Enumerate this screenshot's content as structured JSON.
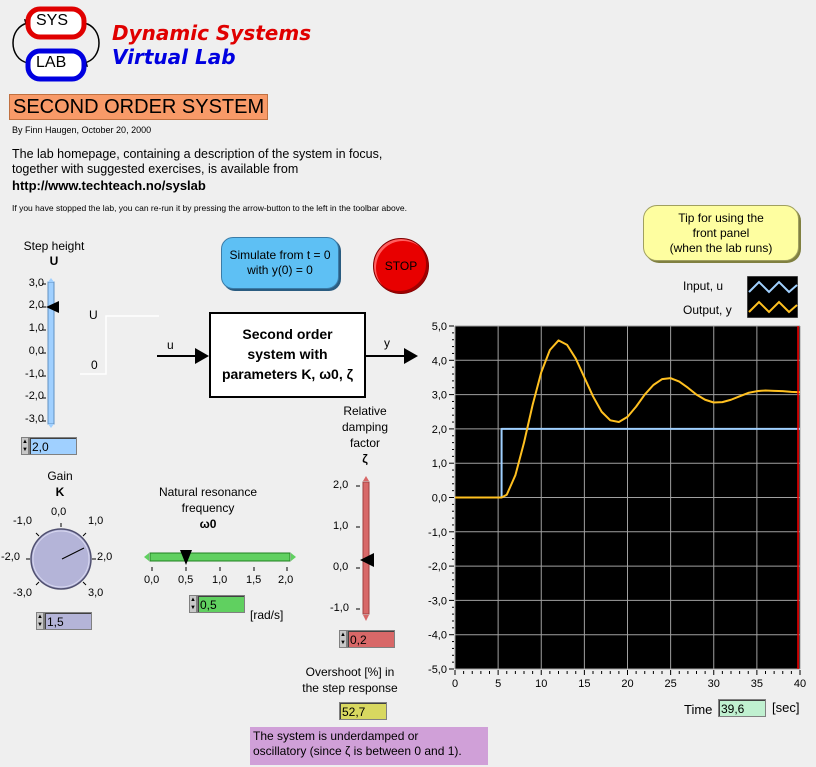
{
  "logo": {
    "top_label": "SYS",
    "bottom_label": "LAB",
    "title_line1": "Dynamic Systems",
    "title_line2": "Virtual Lab"
  },
  "header": {
    "title": "SECOND ORDER SYSTEM",
    "byline": "By Finn Haugen, October 20, 2000",
    "description_line1": "The lab homepage, containing a description of the system in focus,",
    "description_line2": "together with suggested exercises, is available from",
    "url": "http://www.techteach.no/syslab",
    "rerun_note": "If you have stopped the lab, you can re-run it by pressing the arrow-button to the left in the toolbar above."
  },
  "controls": {
    "simulate_button": {
      "line1": "Simulate from t = 0",
      "line2": "with y(0) = 0",
      "color": "#5ec0f4"
    },
    "stop_button": {
      "label": "STOP",
      "color": "#e80000"
    },
    "tip_button": {
      "line1": "Tip for using the",
      "line2": "front panel",
      "line3": "(when the lab runs)",
      "color": "#fefea0"
    }
  },
  "step_height": {
    "label": "Step height",
    "symbol": "U",
    "ticks": [
      "3,0",
      "2,0",
      "1,0",
      "0,0",
      "-1,0",
      "-2,0",
      "-3,0"
    ],
    "value": "2,0",
    "color": "#a0d0ff"
  },
  "step_diagram": {
    "high_label": "U",
    "low_label": "0",
    "input_label": "u",
    "output_label": "y"
  },
  "system_block": {
    "line1": "Second order",
    "line2": "system with",
    "line3": "parameters K, ω0, ζ"
  },
  "gain": {
    "label": "Gain",
    "symbol": "K",
    "ticks": {
      "top": "0,0",
      "upper_left": "-1,0",
      "upper_right": "1,0",
      "left": "-2,0",
      "right": "2,0",
      "lower_left": "-3,0",
      "lower_right": "3,0"
    },
    "value": "1,5",
    "color": "#b4b4d8"
  },
  "natural_frequency": {
    "label_line1": "Natural resonance",
    "label_line2": "frequency",
    "symbol": "ω0",
    "ticks": [
      "0,0",
      "0,5",
      "1,0",
      "1,5",
      "2,0"
    ],
    "value": "0,5",
    "unit": "[rad/s]",
    "color": "#60d060"
  },
  "damping": {
    "label_line1": "Relative",
    "label_line2": "damping",
    "label_line3": "factor",
    "symbol": "ζ",
    "ticks": [
      "2,0",
      "1,0",
      "0,0",
      "-1,0"
    ],
    "value": "0,2",
    "color": "#d86868"
  },
  "overshoot": {
    "label_line1": "Overshoot [%] in",
    "label_line2": "the step response",
    "value": "52,7",
    "color": "#d8d860"
  },
  "info_box": {
    "line1": "The system is underdamped or",
    "line2": "oscillatory (since ζ is between 0 and 1).",
    "color": "#d0a0d8"
  },
  "legend": {
    "input": "Input, u",
    "output": "Output, y",
    "input_color": "#a0d0ff",
    "output_color": "#ffc020"
  },
  "time": {
    "label": "Time",
    "value": "39,6",
    "unit": "[sec]"
  },
  "chart_data": {
    "type": "line",
    "title": "",
    "xlabel": "Time [sec]",
    "ylabel": "",
    "xlim": [
      0,
      40
    ],
    "ylim": [
      -5,
      5
    ],
    "x_ticks": [
      "0",
      "5",
      "10",
      "15",
      "20",
      "25",
      "30",
      "35",
      "40"
    ],
    "y_ticks": [
      "5,0",
      "4,0",
      "3,0",
      "2,0",
      "1,0",
      "0,0",
      "-1,0",
      "-2,0",
      "-3,0",
      "-4,0",
      "-5,0"
    ],
    "grid": true,
    "legend_position": "top-right",
    "cursor_time": 39.6,
    "series": [
      {
        "name": "Input, u",
        "color": "#a0d0ff",
        "x": [
          0,
          5.4,
          5.4,
          40
        ],
        "y": [
          0,
          0,
          2.0,
          2.0
        ]
      },
      {
        "name": "Output, y",
        "color": "#ffc020",
        "x": [
          0,
          5.4,
          6,
          7,
          8,
          9,
          10,
          11,
          12,
          13,
          14,
          15,
          16,
          17,
          18,
          19,
          20,
          21,
          22,
          23,
          24,
          25,
          26,
          27,
          28,
          29,
          30,
          31,
          32,
          33,
          34,
          35,
          36,
          37,
          38,
          39,
          40
        ],
        "y": [
          0,
          0,
          0.08,
          0.65,
          1.6,
          2.7,
          3.65,
          4.3,
          4.58,
          4.45,
          4.05,
          3.5,
          2.95,
          2.5,
          2.25,
          2.2,
          2.35,
          2.65,
          3.0,
          3.28,
          3.45,
          3.48,
          3.38,
          3.2,
          3.0,
          2.85,
          2.77,
          2.78,
          2.85,
          2.95,
          3.05,
          3.1,
          3.12,
          3.11,
          3.1,
          3.08,
          3.07
        ]
      }
    ]
  }
}
